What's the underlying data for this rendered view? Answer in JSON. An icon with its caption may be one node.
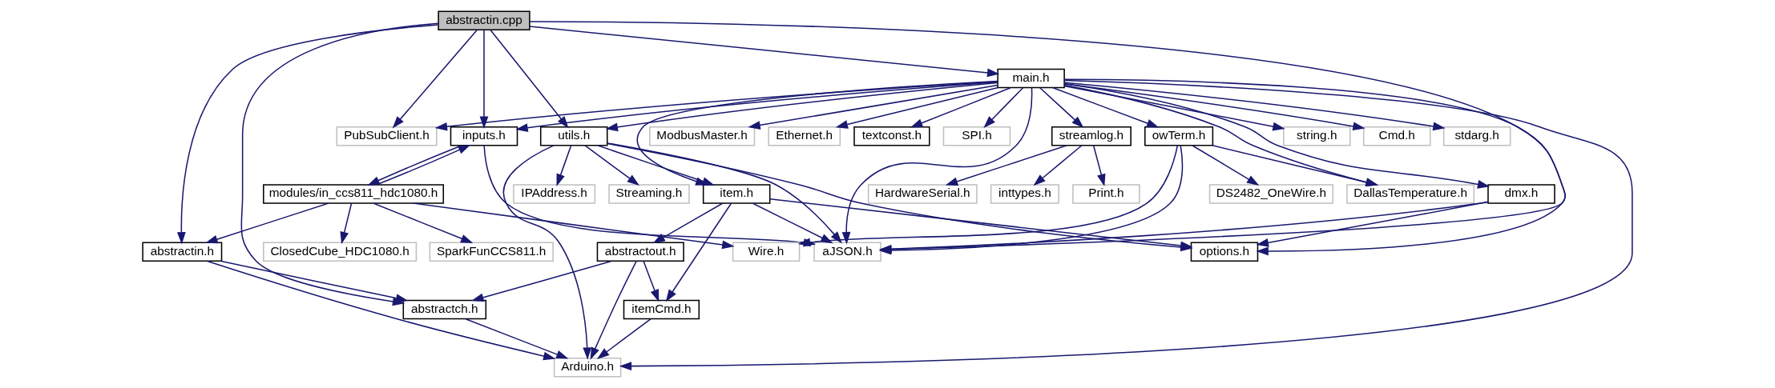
{
  "diagram": {
    "nodes": [
      {
        "text": [
          "abstractin.cpp"
        ]
      },
      {
        "text": [
          "main.h"
        ]
      },
      {
        "text": [
          "PubSubClient.h"
        ]
      },
      {
        "text": [
          "inputs.h"
        ]
      },
      {
        "text": [
          "utils.h"
        ]
      },
      {
        "text": [
          "string.h"
        ]
      },
      {
        "text": [
          "Cmd.h"
        ]
      },
      {
        "text": [
          "stdarg.h"
        ]
      },
      {
        "text": [
          "owTerm.h"
        ]
      },
      {
        "text": [
          "streamlog.h"
        ]
      },
      {
        "text": [
          "ModbusMaster.h"
        ]
      },
      {
        "text": [
          "Ethernet.h"
        ]
      },
      {
        "text": [
          "textconst.h"
        ]
      },
      {
        "text": [
          "SPI.h"
        ]
      },
      {
        "text": [
          "modules/in_ccs811_hdc1080.h"
        ]
      },
      {
        "text": [
          "Streaming.h"
        ]
      },
      {
        "text": [
          "IPAddress.h"
        ]
      },
      {
        "text": [
          "item.h"
        ]
      },
      {
        "text": [
          "DS2482_OneWire.h"
        ]
      },
      {
        "text": [
          "DallasTemperature.h"
        ]
      },
      {
        "text": [
          "dmx.h"
        ]
      },
      {
        "text": [
          "HardwareSerial.h"
        ]
      },
      {
        "text": [
          "inttypes.h"
        ]
      },
      {
        "text": [
          "Print.h"
        ]
      },
      {
        "text": [
          "abstractin.h"
        ]
      },
      {
        "text": [
          "ClosedCube_HDC1080.h"
        ]
      },
      {
        "text": [
          "SparkFunCCS811.h"
        ]
      },
      {
        "text": [
          "Wire.h"
        ]
      },
      {
        "text": [
          "aJSON.h"
        ]
      },
      {
        "text": [
          "abstractout.h"
        ]
      },
      {
        "text": [
          "options.h"
        ]
      },
      {
        "text": [
          "abstractch.h"
        ]
      },
      {
        "text": [
          "itemCmd.h"
        ]
      },
      {
        "text": [
          "Arduino.h"
        ]
      }
    ],
    "edges": [
      {
        "from": 0,
        "to": 24,
        "arrow": "to"
      },
      {
        "from": 0,
        "to": 31,
        "arrow": "to"
      },
      {
        "from": 0,
        "to": 2,
        "arrow": "to"
      },
      {
        "from": 0,
        "to": 3,
        "arrow": "to"
      },
      {
        "from": 0,
        "to": 4,
        "arrow": "to"
      },
      {
        "from": 0,
        "to": 28,
        "arrow": "to"
      },
      {
        "from": 0,
        "to": 1,
        "arrow": "to"
      },
      {
        "from": 1,
        "to": 2,
        "arrow": "to"
      },
      {
        "from": 1,
        "to": 3,
        "arrow": "to"
      },
      {
        "from": 1,
        "to": 4,
        "arrow": "to"
      },
      {
        "from": 1,
        "to": 28,
        "arrow": "to"
      },
      {
        "from": 1,
        "to": 17,
        "arrow": "to"
      },
      {
        "from": 1,
        "to": 5,
        "arrow": "to"
      },
      {
        "from": 1,
        "to": 6,
        "arrow": "to"
      },
      {
        "from": 1,
        "to": 7,
        "arrow": "to"
      },
      {
        "from": 1,
        "to": 8,
        "arrow": "to"
      },
      {
        "from": 1,
        "to": 19,
        "arrow": "to"
      },
      {
        "from": 1,
        "to": 20,
        "arrow": "to"
      },
      {
        "from": 1,
        "to": 30,
        "arrow": "to"
      },
      {
        "from": 1,
        "to": 9,
        "arrow": "to"
      },
      {
        "from": 1,
        "to": 10,
        "arrow": "to"
      },
      {
        "from": 1,
        "to": 33,
        "arrow": "to"
      },
      {
        "from": 1,
        "to": 11,
        "arrow": "to"
      },
      {
        "from": 1,
        "to": 12,
        "arrow": "to"
      },
      {
        "from": 1,
        "to": 13,
        "arrow": "to"
      },
      {
        "from": 3,
        "to": 14,
        "arrow": "to"
      },
      {
        "from": 3,
        "to": 28,
        "arrow": "to"
      },
      {
        "from": 14,
        "to": 3,
        "arrow": "to"
      },
      {
        "from": 14,
        "to": 24,
        "arrow": "to"
      },
      {
        "from": 14,
        "to": 25,
        "arrow": "to"
      },
      {
        "from": 14,
        "to": 26,
        "arrow": "to"
      },
      {
        "from": 14,
        "to": 27,
        "arrow": "to"
      },
      {
        "from": 4,
        "to": 15,
        "arrow": "to"
      },
      {
        "from": 4,
        "to": 16,
        "arrow": "to"
      },
      {
        "from": 4,
        "to": 28,
        "arrow": "to"
      },
      {
        "from": 4,
        "to": 17,
        "arrow": "to"
      },
      {
        "from": 4,
        "to": 30,
        "arrow": "to"
      },
      {
        "from": 4,
        "to": 33,
        "arrow": "to"
      },
      {
        "from": 8,
        "to": 27,
        "arrow": "to"
      },
      {
        "from": 8,
        "to": 28,
        "arrow": "to"
      },
      {
        "from": 8,
        "to": 18,
        "arrow": "to"
      },
      {
        "from": 8,
        "to": 19,
        "arrow": "to"
      },
      {
        "from": 9,
        "to": 21,
        "arrow": "to"
      },
      {
        "from": 9,
        "to": 22,
        "arrow": "to"
      },
      {
        "from": 9,
        "to": 23,
        "arrow": "to"
      },
      {
        "from": 20,
        "to": 28,
        "arrow": "to"
      },
      {
        "from": 20,
        "to": 30,
        "arrow": "to"
      },
      {
        "from": 17,
        "to": 28,
        "arrow": "to"
      },
      {
        "from": 17,
        "to": 29,
        "arrow": "to"
      },
      {
        "from": 17,
        "to": 32,
        "arrow": "to"
      },
      {
        "from": 17,
        "to": 30,
        "arrow": "to"
      },
      {
        "from": 24,
        "to": 31,
        "arrow": "to"
      },
      {
        "from": 24,
        "to": 33,
        "arrow": "to"
      },
      {
        "from": 29,
        "to": 31,
        "arrow": "to"
      },
      {
        "from": 29,
        "to": 32,
        "arrow": "to"
      },
      {
        "from": 29,
        "to": 33,
        "arrow": "to"
      },
      {
        "from": 31,
        "to": 33,
        "arrow": "to"
      },
      {
        "from": 32,
        "to": 33,
        "arrow": "to"
      }
    ]
  }
}
